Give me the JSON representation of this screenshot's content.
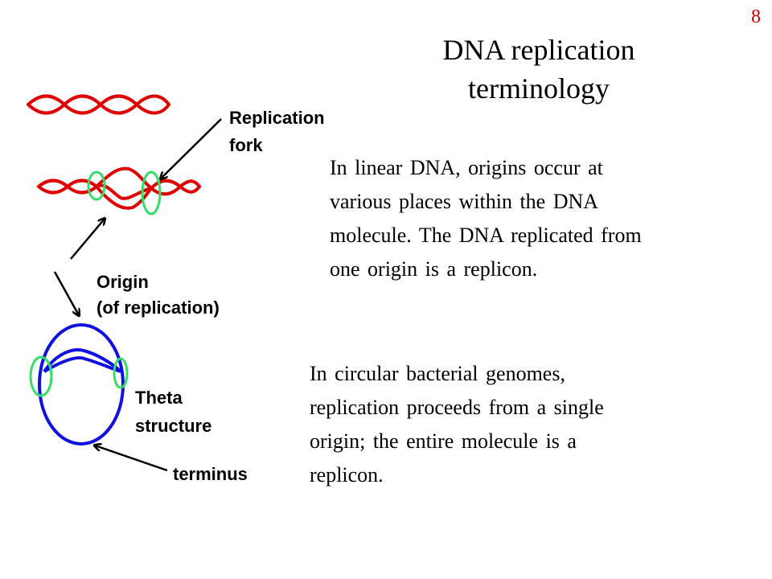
{
  "slide_number": "8",
  "title": [
    "DNA replication",
    "terminology"
  ],
  "paragraphs": {
    "linear": [
      "In linear DNA, origins occur at",
      "various places within the DNA",
      "molecule. The DNA replicated from",
      "one origin is a replicon."
    ],
    "circular": [
      "In circular bacterial genomes,",
      "replication proceeds from a single",
      "origin; the entire molecule is a",
      "replicon."
    ]
  },
  "figure": {
    "labels": {
      "replication_fork": [
        "Replication",
        "fork"
      ],
      "origin": [
        "Origin",
        "(of replication)"
      ],
      "theta": [
        "Theta",
        "structure"
      ],
      "terminus": "terminus"
    },
    "colors": {
      "linear_dna": "#e00000",
      "circular_dna": "#1010e0",
      "fork_marker": "#33dd66",
      "arrow": "#000000"
    }
  }
}
